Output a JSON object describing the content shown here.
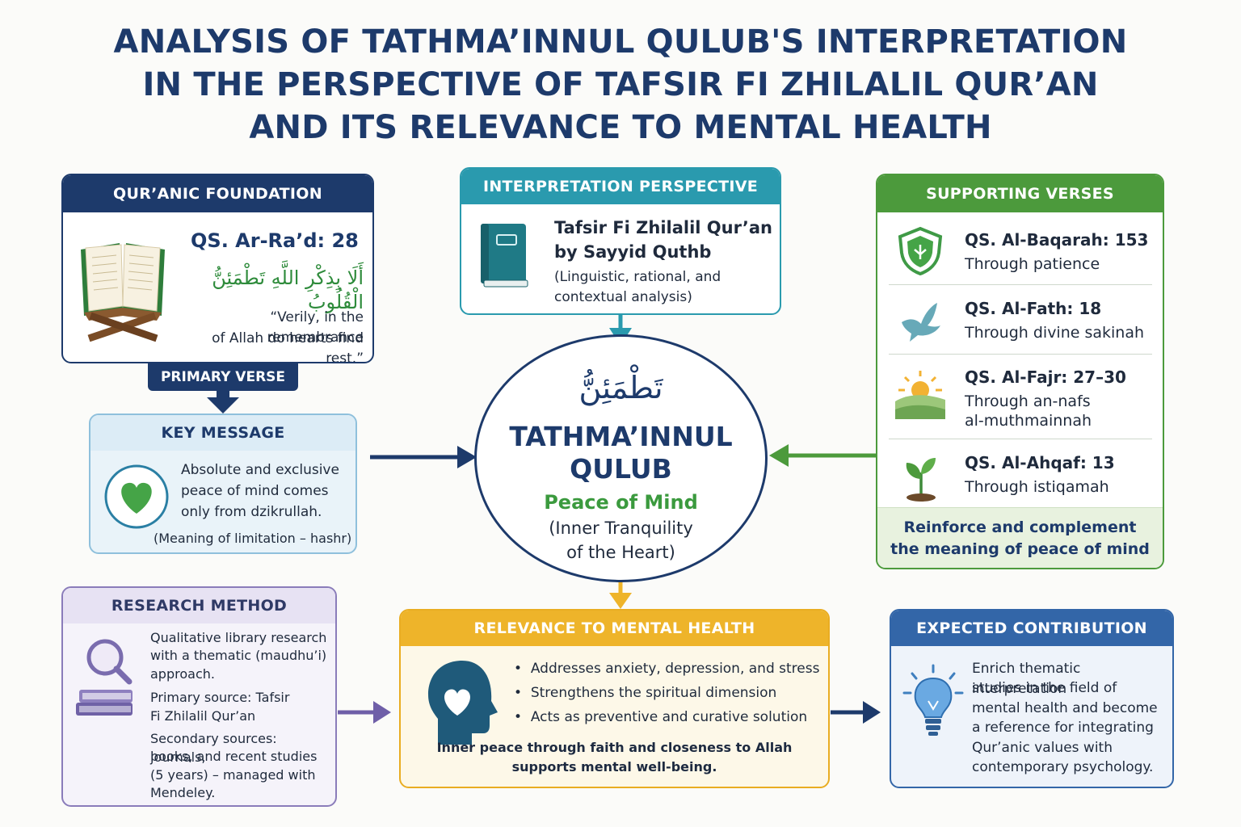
{
  "title": {
    "line1": "ANALYSIS OF TATHMA’INNUL QULUB'S INTERPRETATION",
    "line2": "IN THE PERSPECTIVE OF TAFSIR FI ZHILALIL QUR’AN",
    "line3": "AND ITS RELEVANCE TO MENTAL HEALTH"
  },
  "quranic": {
    "header": "QUR’ANIC FOUNDATION",
    "verse_ref": "QS. Ar-Ra’d: 28",
    "arabic": "أَلَا بِذِكْرِ اللَّهِ تَطْمَئِنُّ الْقُلُوبُ",
    "translation_1": "“Verily, in the remembrance",
    "translation_2": "of Allah do hearts find rest.”",
    "tag": "PRIMARY VERSE"
  },
  "key_message": {
    "header": "KEY MESSAGE",
    "line1": "Absolute and exclusive",
    "line2": "peace of mind comes",
    "line3": "only from dzikrullah.",
    "note": "(Meaning of limitation – hashr)"
  },
  "interpretation": {
    "header": "INTERPRETATION PERSPECTIVE",
    "book_1": "Tafsir Fi Zhilalil Qur’an",
    "book_2": "by Sayyid Quthb",
    "detail_1": "(Linguistic, rational, and",
    "detail_2": "contextual analysis)"
  },
  "center": {
    "arabic": "تَطْمَئِنُّ",
    "title_1": "TATHMA’INNUL",
    "title_2": "QULUB",
    "subtitle": "Peace of Mind",
    "note_1": "(Inner Tranquility",
    "note_2": "of the Heart)"
  },
  "supporting": {
    "header": "SUPPORTING VERSES",
    "items": [
      {
        "ref": "QS. Al-Baqarah: 153",
        "desc": "Through patience",
        "icon": "shield-icon"
      },
      {
        "ref": "QS. Al-Fath: 18",
        "desc": "Through divine sakinah",
        "icon": "dove-icon"
      },
      {
        "ref": "QS. Al-Fajr: 27–30",
        "desc": "Through an-nafs",
        "desc2": "al-muthmainnah",
        "icon": "sunrise-icon"
      },
      {
        "ref": "QS. Al-Ahqaf: 13",
        "desc": "Through istiqamah",
        "icon": "sprout-icon"
      }
    ],
    "footer_1": "Reinforce and complement",
    "footer_2": "the meaning of peace of mind"
  },
  "method": {
    "header": "RESEARCH METHOD",
    "l1": "Qualitative library research",
    "l2": "with a thematic (maudhu’i)",
    "l3": "approach.",
    "l4": "Primary source: Tafsir",
    "l5": "Fi Zhilalil Qur’an",
    "l6": "Secondary sources: journals,",
    "l7": "books, and recent studies",
    "l8": "(5 years) – managed with",
    "l9": "Mendeley."
  },
  "relevance": {
    "header": "RELEVANCE TO MENTAL HEALTH",
    "bullets": [
      "Addresses anxiety, depression, and stress",
      "Strengthens the spiritual dimension",
      "Acts as preventive and curative solution"
    ],
    "footer_1": "Inner peace through faith and closeness to Allah",
    "footer_2": "supports mental well-being."
  },
  "contribution": {
    "header": "EXPECTED CONTRIBUTION",
    "l1": "Enrich thematic interpretation",
    "l2": "studies in the field of",
    "l3": "mental health and become",
    "l4": "a reference for integrating",
    "l5": "Qur’anic values with",
    "l6": "contemporary psychology."
  },
  "colors": {
    "navy": "#1d3a6b",
    "teal": "#2a9aae",
    "green": "#4c9a3c",
    "purple": "#8a7cba",
    "amber": "#eeb42a",
    "blue": "#3366a8"
  }
}
